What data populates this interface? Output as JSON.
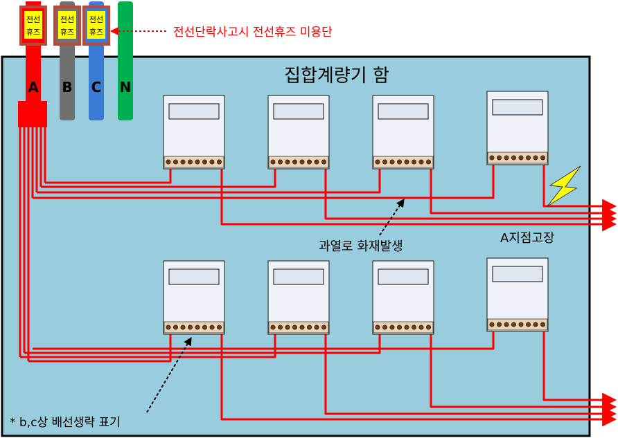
{
  "box": {
    "title": "집합계량기 함",
    "color": "#99ccdd"
  },
  "bus": [
    {
      "label": "A",
      "color": "#ff0000",
      "fuse_line1": "전선",
      "fuse_line2": "휴즈"
    },
    {
      "label": "B",
      "color": "#707070",
      "fuse_line1": "전선",
      "fuse_line2": "휴즈"
    },
    {
      "label": "C",
      "color": "#3a7bd5",
      "fuse_line1": "전선",
      "fuse_line2": "휴즈"
    },
    {
      "label": "N",
      "color": "#00b050"
    }
  ],
  "annotations": {
    "fuse_warning": "전선단락사고시 전선휴즈 미용단",
    "fault_point": "A지점고장",
    "overheat_fire": "과열로 화재발생",
    "omission_note": "* b,c상 배선생략 표기"
  },
  "colors": {
    "wire": "#ff0000",
    "fuse_label": "#ffff00",
    "fuse_frame": "#b94a3a",
    "lightning": "#ffff00"
  },
  "meter_count_per_row": 4
}
